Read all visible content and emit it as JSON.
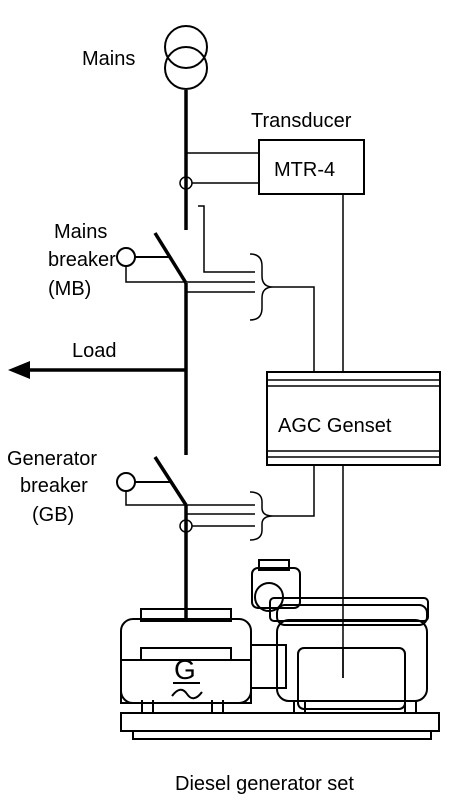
{
  "labels": {
    "mains": "Mains",
    "transducer": "Transducer",
    "mtr": "MTR-4",
    "mains_breaker": [
      "Mains",
      "breaker",
      "(MB)"
    ],
    "load": "Load",
    "agc": "AGC Genset",
    "generator_breaker": [
      "Generator",
      "breaker",
      "(GB)"
    ],
    "generator_symbol": "G",
    "caption": "Diesel generator set"
  }
}
